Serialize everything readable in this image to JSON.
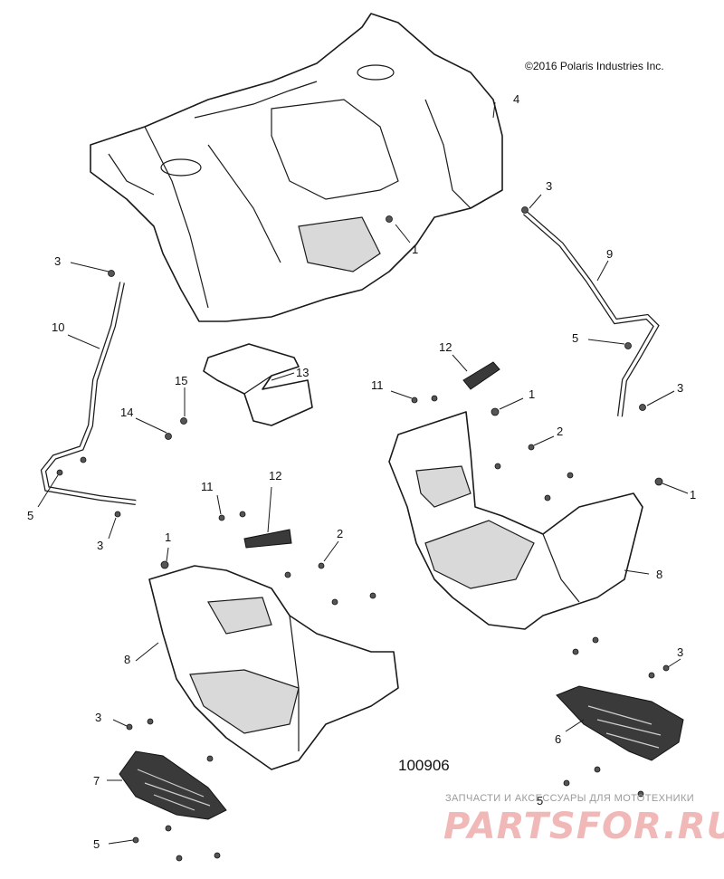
{
  "copyright": "©2016 Polaris Industries Inc.",
  "diagram_id": "100906",
  "watermark": {
    "tagline": "ЗАПЧАСТИ И АКСЕССУАРЫ ДЛЯ МОТОТЕХНИКИ",
    "brand": "PARTSFOR.RU"
  },
  "callouts": {
    "c1a": "1",
    "c1b": "1",
    "c1c": "1",
    "c1d": "1",
    "c2a": "2",
    "c2b": "2",
    "c3a": "3",
    "c3b": "3",
    "c3c": "3",
    "c3d": "3",
    "c3e": "3",
    "c3f": "3",
    "c4": "4",
    "c5a": "5",
    "c5b": "5",
    "c5c": "5",
    "c5d": "5",
    "c6": "6",
    "c7": "7",
    "c8a": "8",
    "c8b": "8",
    "c9": "9",
    "c10": "10",
    "c11a": "11",
    "c11b": "11",
    "c12a": "12",
    "c12b": "12",
    "c13": "13",
    "c14": "14",
    "c15": "15"
  }
}
